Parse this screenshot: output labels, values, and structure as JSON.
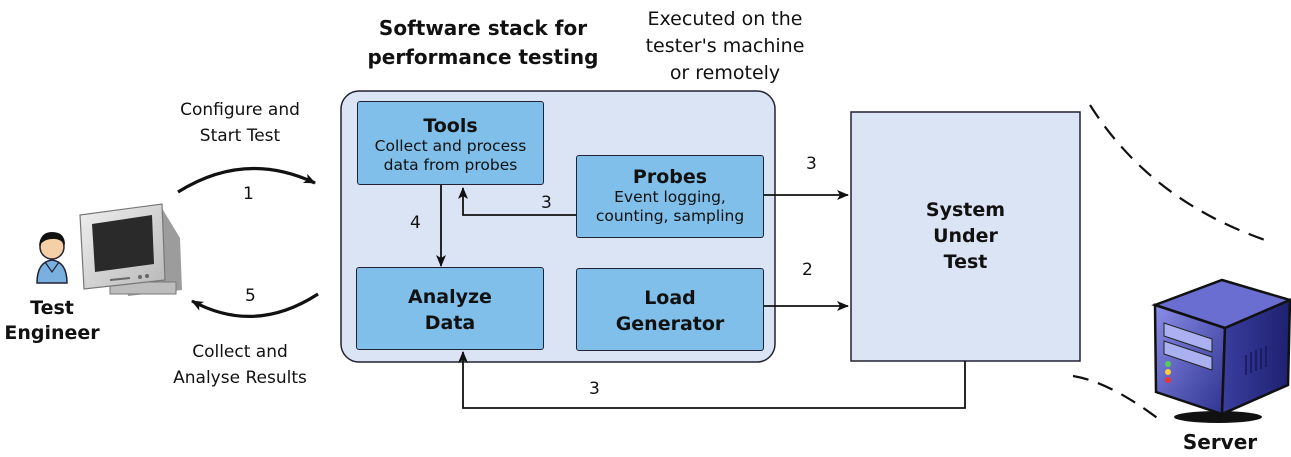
{
  "stack": {
    "title_line1": "Software stack for",
    "title_line2": "performance testing"
  },
  "execution_note": {
    "line1": "Executed on the",
    "line2": "tester's machine",
    "line3": "or remotely"
  },
  "tools": {
    "title": "Tools",
    "line1": "Collect and process",
    "line2": "data from probes"
  },
  "probes": {
    "title": "Probes",
    "line1": "Event logging,",
    "line2": "counting, sampling"
  },
  "analyze": {
    "line1": "Analyze",
    "line2": "Data"
  },
  "load": {
    "line1": "Load",
    "line2": "Generator"
  },
  "sut": {
    "line1": "System",
    "line2": "Under",
    "line3": "Test"
  },
  "engineer": {
    "line1": "Test",
    "line2": "Engineer"
  },
  "server": {
    "label": "Server"
  },
  "configure": {
    "line1": "Configure and",
    "line2": "Start Test",
    "step": "1"
  },
  "collect": {
    "line1": "Collect and",
    "line2": "Analyse Results",
    "step": "5"
  },
  "steps": {
    "probes_to_tools": "3",
    "tools_to_analyze": "4",
    "probes_to_sut": "3",
    "load_to_sut": "2",
    "sut_to_analyze": "3"
  },
  "colors": {
    "stack_bg": "#dbe4f4",
    "component": "#7fbfe9",
    "sut_bg": "#dbe4f4",
    "server_blue": "#4a4fb0"
  }
}
